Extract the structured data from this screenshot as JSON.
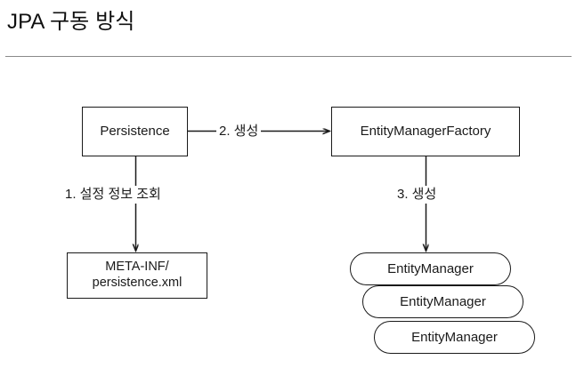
{
  "slide": {
    "title": "JPA 구동 방식",
    "divider": true,
    "background_color": "#ffffff",
    "line_color": "#1a1a1a",
    "divider_color": "#8a8a8a"
  },
  "diagram": {
    "type": "flow-diagram",
    "nodes": [
      {
        "id": "persistence",
        "label": "Persistence",
        "shape": "rect"
      },
      {
        "id": "entity-manager-factory",
        "label": "EntityManagerFactory",
        "shape": "rect"
      },
      {
        "id": "meta-inf",
        "label": "META-INF/\npersistence.xml",
        "shape": "rect"
      },
      {
        "id": "entity-manager-1",
        "label": "EntityManager",
        "shape": "rounded-rect"
      },
      {
        "id": "entity-manager-2",
        "label": "EntityManager",
        "shape": "rounded-rect"
      },
      {
        "id": "entity-manager-3",
        "label": "EntityManager",
        "shape": "rounded-rect"
      }
    ],
    "edges": [
      {
        "id": "edge-1",
        "from": "persistence",
        "to": "meta-inf",
        "label": "1. 설정 정보 조회",
        "direction": "down"
      },
      {
        "id": "edge-2",
        "from": "persistence",
        "to": "entity-manager-factory",
        "label": "2. 생성",
        "direction": "right"
      },
      {
        "id": "edge-3",
        "from": "entity-manager-factory",
        "to": "entity-manager-1",
        "label": "3. 생성",
        "direction": "down"
      }
    ]
  }
}
